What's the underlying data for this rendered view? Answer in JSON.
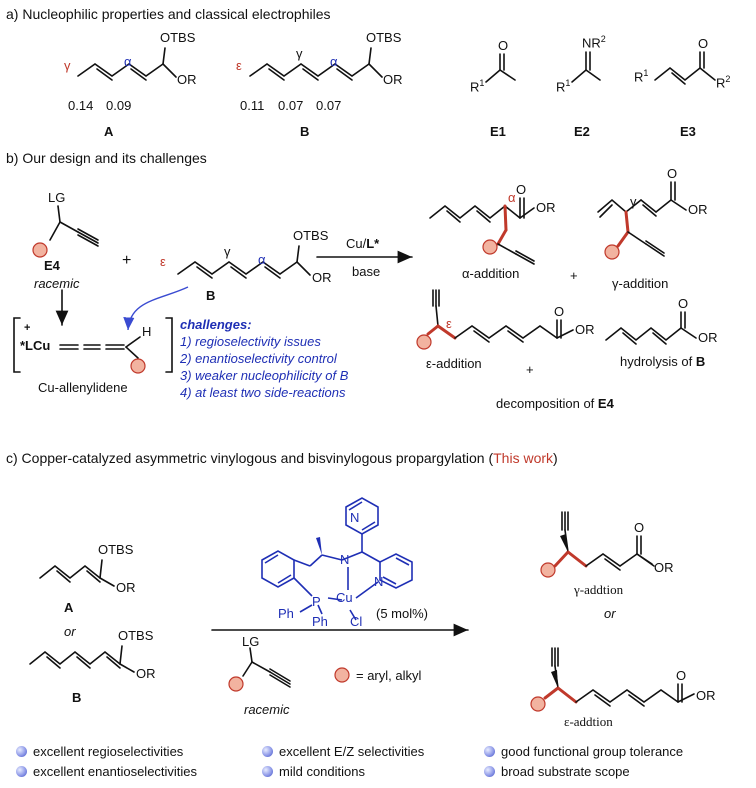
{
  "sections": {
    "a": "a) Nucleophilic properties and classical electrophiles",
    "b": "b) Our design and its challenges",
    "c_prefix": "c) Copper-catalyzed asymmetric vinylogous and bisvinylogous propargylation (",
    "c_highlight": "This work",
    "c_suffix": ")"
  },
  "part_a": {
    "A": {
      "label": "A",
      "otbs": "OTBS",
      "or": "OR",
      "gamma": "γ",
      "alpha": "α",
      "val1": "0.14",
      "val2": "0.09"
    },
    "B": {
      "label": "B",
      "otbs": "OTBS",
      "or": "OR",
      "eps": "ε",
      "gamma": "γ",
      "alpha": "α",
      "val1": "0.11",
      "val2": "0.07",
      "val3": "0.07"
    },
    "E1": {
      "label": "E1",
      "o": "O",
      "r1": "R1"
    },
    "E2": {
      "label": "E2",
      "nr2": "NR2",
      "r1": "R1"
    },
    "E3": {
      "label": "E3",
      "o": "O",
      "r1": "R1",
      "r2": "R2"
    }
  },
  "part_b": {
    "e4_lg": "LG",
    "e4_label": "E4",
    "racemic": "racemic",
    "plus": "+",
    "b_otbs": "OTBS",
    "b_or": "OR",
    "b_eps": "ε",
    "b_gamma": "γ",
    "b_alpha": "α",
    "b_label": "B",
    "reagent_top": "Cu/L*",
    "reagent_bottom": "base",
    "cu_complex": "*LCu",
    "cu_plus": "+",
    "cu_h": "H",
    "cu_allenylidene": "Cu-allenylidene",
    "challenges_title": "challenges:",
    "challenges": [
      "1) regioselectivity issues",
      "2) enantioselectivity control",
      "3) weaker nucleophilicity of B",
      "4) at least two side-reactions"
    ],
    "alpha_product": "α-addition",
    "gamma_product": "γ-addition",
    "eps_product": "ε-addition",
    "hydrolysis": "hydrolysis of B",
    "decomposition": "decomposition of E4",
    "o": "O",
    "or": "OR",
    "alpha": "α",
    "gamma": "γ",
    "eps": "ε"
  },
  "part_c": {
    "A_label": "A",
    "B_label": "B",
    "otbs": "OTBS",
    "or": "OR",
    "or_word": "or",
    "ligand": {
      "n1": "N",
      "n2": "N",
      "n3": "N",
      "cu": "Cu",
      "p": "P",
      "ph1": "Ph",
      "ph2": "Ph",
      "cl": "Cl"
    },
    "loading": "(5 mol%)",
    "lg": "LG",
    "racemic": "racemic",
    "legend": "= aryl, alkyl",
    "gamma_prod": "γ-addtion",
    "eps_prod": "ε-addtion",
    "o": "O"
  },
  "features": [
    "excellent regioselectivities",
    "excellent enantioselectivities",
    "excellent E/Z selectivities",
    "mild conditions",
    "good functional group tolerance",
    "broad substrate scope"
  ],
  "colors": {
    "red": "#c0392b",
    "blue": "#1f2fb5",
    "peach": "#f2b3a0"
  }
}
